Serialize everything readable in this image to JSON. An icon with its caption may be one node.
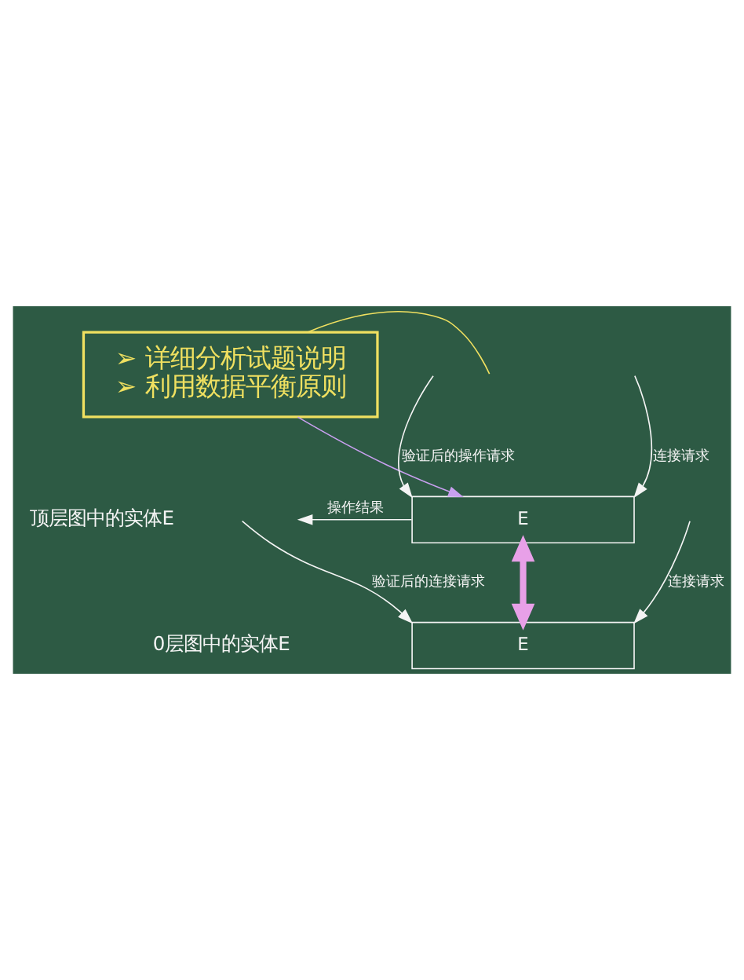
{
  "diagram": {
    "nodes": [
      {
        "text": [
          "➢ 详细分析试题说明",
          "➢ 利用数据平衡原则"
        ]
      },
      {
        "text": [
          "E"
        ]
      },
      {
        "text": [
          "E"
        ]
      }
    ],
    "edges": [
      {
        "from": 0,
        "to": null,
        "arrow": "none",
        "color": "#f0e060"
      },
      {
        "from": 0,
        "to": 1,
        "arrow": "to",
        "color": "#c9a0f0"
      },
      {
        "from": null,
        "to": 1,
        "arrow": "to",
        "label": "验证后的操作请求"
      },
      {
        "from": null,
        "to": 1,
        "arrow": "to",
        "label": "连接请求"
      },
      {
        "from": 1,
        "to": null,
        "arrow": "to",
        "label": "操作结果"
      },
      {
        "from": 1,
        "to": 2,
        "arrow": "both",
        "style": "thick",
        "color": "#e8a0e8"
      },
      {
        "from": null,
        "to": 2,
        "arrow": "to",
        "label": "验证后的连接请求"
      },
      {
        "from": null,
        "to": 2,
        "arrow": "to",
        "label": "连接请求"
      }
    ],
    "labels": [
      "顶层图中的实体E",
      "0层图中的实体E"
    ]
  }
}
